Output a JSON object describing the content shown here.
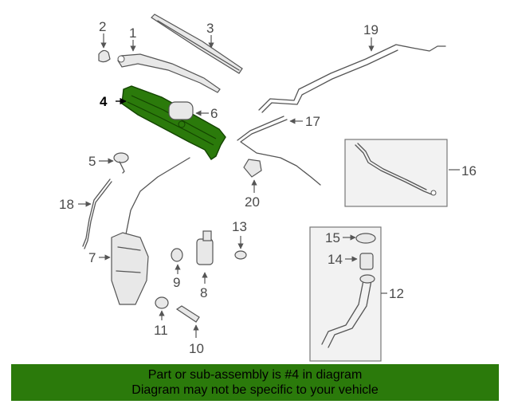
{
  "callouts": {
    "c1": "1",
    "c2": "2",
    "c3": "3",
    "c4": "4",
    "c5": "5",
    "c6": "6",
    "c7": "7",
    "c8": "8",
    "c9": "9",
    "c10": "10",
    "c11": "11",
    "c12": "12",
    "c13": "13",
    "c14": "14",
    "c15": "15",
    "c16": "16",
    "c17": "17",
    "c18": "18",
    "c19": "19",
    "c20": "20"
  },
  "highlight": {
    "part_number": "4",
    "color": "#2b7a0b"
  },
  "footer": {
    "line1": "Part or sub-assembly is #4 in diagram",
    "line2": "Diagram may not be specific to your vehicle",
    "background": "#2b7a0b"
  }
}
